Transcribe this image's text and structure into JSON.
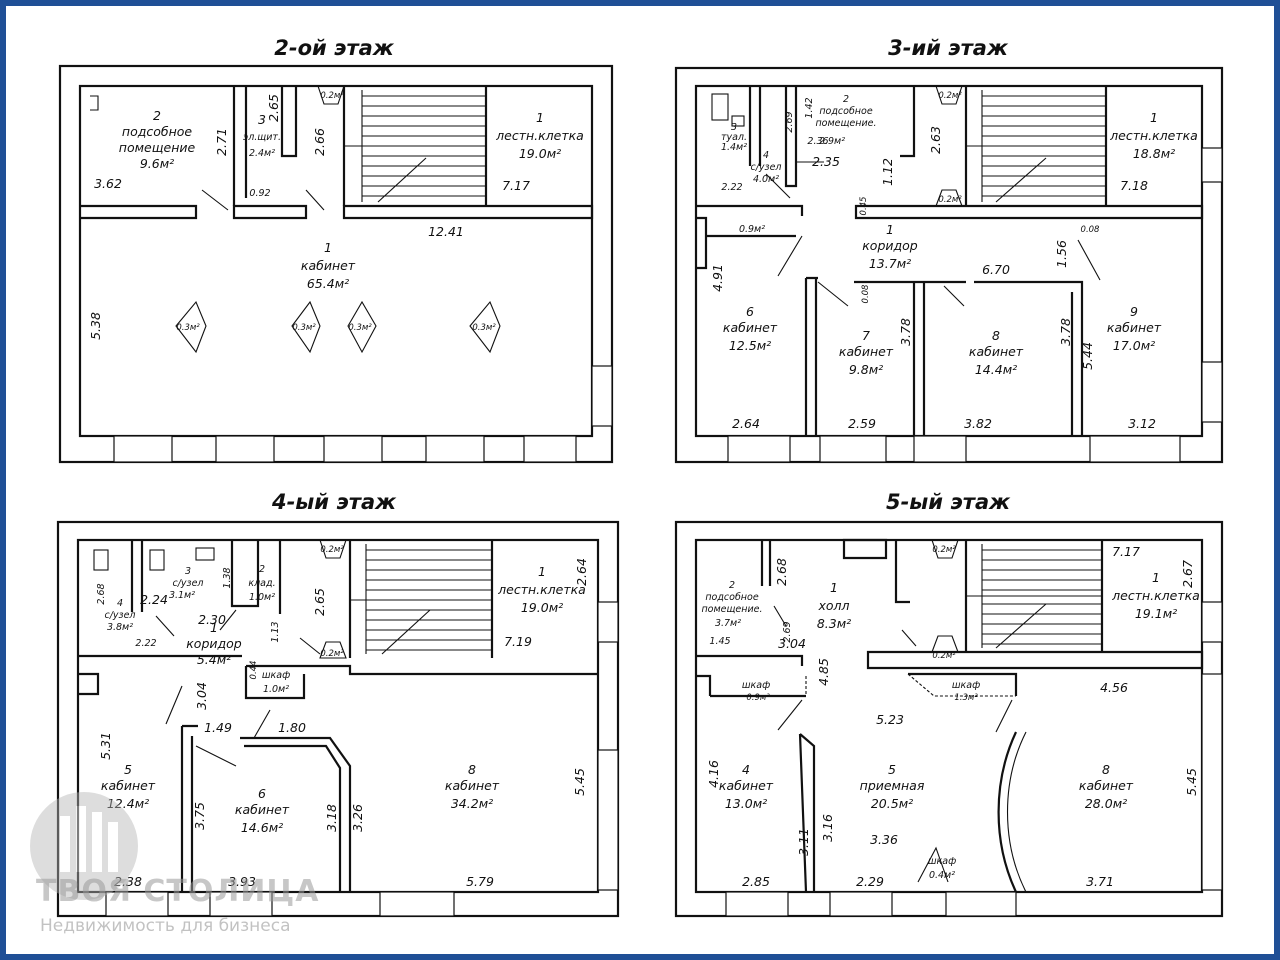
{
  "titles": [
    "2-ой этаж",
    "3-ий этаж",
    "4-ый этаж",
    "5-ый этаж"
  ],
  "floor2": {
    "rooms": [
      {
        "num": "2",
        "name": "подсобное помещение",
        "area": "9.6м²"
      },
      {
        "num": "3",
        "name": "эл.щит.",
        "area": "2.4м²"
      },
      {
        "num": "1",
        "name": "лестн.клетка",
        "area": "19.0м²"
      },
      {
        "num": "1",
        "name": "кабинет",
        "area": "65.4м²"
      }
    ],
    "columns": [
      "0.3м²",
      "0.3м²",
      "0.3м²",
      "0.3м²"
    ],
    "dims": [
      "2.71",
      "3.62",
      "2.65",
      "2.66",
      "0.92",
      "0.2м²",
      "7.17",
      "12.41",
      "5.38"
    ]
  },
  "floor3": {
    "rooms": [
      {
        "num": "3",
        "name": "туал.",
        "area": "1.4м²"
      },
      {
        "num": "4",
        "name": "с/узел",
        "area": "4.0м²"
      },
      {
        "num": "2",
        "name": "подсобное помещение.",
        "area": "2.9м²"
      },
      {
        "num": "1",
        "name": "лестн.клетка",
        "area": "18.8м²"
      },
      {
        "num": "1",
        "name": "коридор",
        "area": "13.7м²"
      },
      {
        "num": "6",
        "name": "кабинет",
        "area": "12.5м²"
      },
      {
        "num": "7",
        "name": "кабинет",
        "area": "9.8м²"
      },
      {
        "num": "8",
        "name": "кабинет",
        "area": "14.4м²"
      },
      {
        "num": "9",
        "name": "кабинет",
        "area": "17.0м²"
      }
    ],
    "dims": [
      "2.69",
      "1.42",
      "2.36",
      "2.35",
      "2.22",
      "2.63",
      "1.12",
      "0.45",
      "0.2м²",
      "0.2м²",
      "7.18",
      "0.9м²",
      "0.08",
      "1.56",
      "4.91",
      "6.70",
      "0.08",
      "3.78",
      "3.78",
      "5.44",
      "2.64",
      "2.59",
      "3.82",
      "3.12"
    ]
  },
  "floor4": {
    "rooms": [
      {
        "num": "3",
        "name": "с/узел",
        "area": "3.1м²"
      },
      {
        "num": "2",
        "name": "клад.",
        "area": "1.0м²"
      },
      {
        "num": "4",
        "name": "с/узел",
        "area": "3.8м²"
      },
      {
        "num": "1",
        "name": "коридор",
        "area": "5.4м²"
      },
      {
        "num": "1",
        "name": "лестн.клетка",
        "area": "19.0м²"
      },
      {
        "num": "",
        "name": "шкаф",
        "area": "1.0м²"
      },
      {
        "num": "5",
        "name": "кабинет",
        "area": "12.4м²"
      },
      {
        "num": "6",
        "name": "кабинет",
        "area": "14.6м²"
      },
      {
        "num": "8",
        "name": "кабинет",
        "area": "34.2м²"
      }
    ],
    "dims": [
      "2.68",
      "2.24",
      "2.22",
      "2.30",
      "1.38",
      "2.65",
      "1.13",
      "0.44",
      "0.2м²",
      "0.2м²",
      "2.64",
      "7.19",
      "3.04",
      "1.49",
      "1.80",
      "5.31",
      "3.75",
      "3.18",
      "3.26",
      "5.45",
      "2.38",
      "3.93",
      "5.79"
    ]
  },
  "floor5": {
    "rooms": [
      {
        "num": "2",
        "name": "подсобное помещение.",
        "area": "3.7м²"
      },
      {
        "num": "1",
        "name": "холл",
        "area": "8.3м²"
      },
      {
        "num": "1",
        "name": "лестн.клетка",
        "area": "19.1м²"
      },
      {
        "num": "",
        "name": "шкаф",
        "area": "0.9м²"
      },
      {
        "num": "",
        "name": "шкаф",
        "area": "1.3м²"
      },
      {
        "num": "4",
        "name": "кабинет",
        "area": "13.0м²"
      },
      {
        "num": "5",
        "name": "приемная",
        "area": "20.5м²"
      },
      {
        "num": "8",
        "name": "кабинет",
        "area": "28.0м²"
      },
      {
        "num": "",
        "name": "шкаф",
        "area": "0.4м²"
      }
    ],
    "dims": [
      "2.68",
      "2.69",
      "1.45",
      "3.04",
      "4.85",
      "0.2м²",
      "0.2м²",
      "7.17",
      "2.67",
      "4.56",
      "5.23",
      "4.16",
      "3.11",
      "3.16",
      "5.45",
      "3.36",
      "2.85",
      "2.29",
      "3.71"
    ]
  },
  "watermark": {
    "name": "ТВОЯ СТОЛИЦА",
    "tagline": "Недвижимость для бизнеса"
  }
}
